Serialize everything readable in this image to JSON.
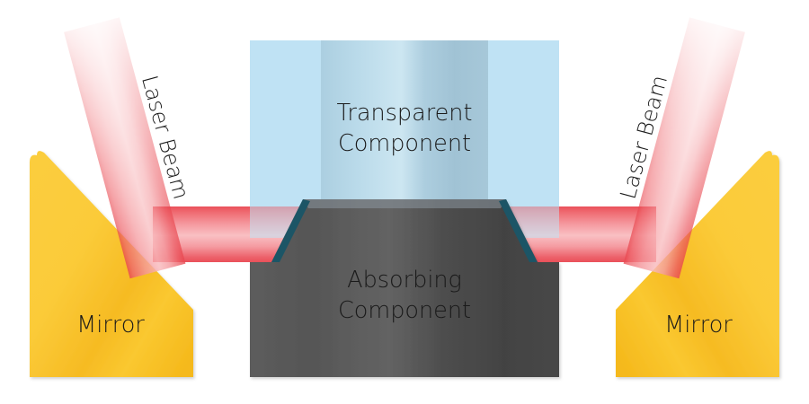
{
  "diagram": {
    "title": "Laser transmission welding schematic",
    "background_color": "#ffffff",
    "labels": {
      "transparent_line1": "Transparent",
      "transparent_line2": "Component",
      "absorbing_line1": "Absorbing",
      "absorbing_line2": "Component",
      "mirror_left": "Mirror",
      "mirror_right": "Mirror",
      "laser_left": "Laser Beam",
      "laser_right": "Laser Beam"
    },
    "colors": {
      "transparent_component": "#bfe2f4",
      "transparent_component_highlight": "#9ec3d6",
      "absorbing_component": "#6e6e6e",
      "absorbing_component_highlight": "#4a4a4a",
      "chamfer_edge": "#1c5566",
      "mirror_gold": "#f9c22e",
      "mirror_gold_light": "#fbd14b",
      "laser_red": "#ef5c63",
      "laser_pink": "#f6a6a9",
      "laser_white": "#ffffff",
      "text": "#1a1a1a"
    }
  }
}
